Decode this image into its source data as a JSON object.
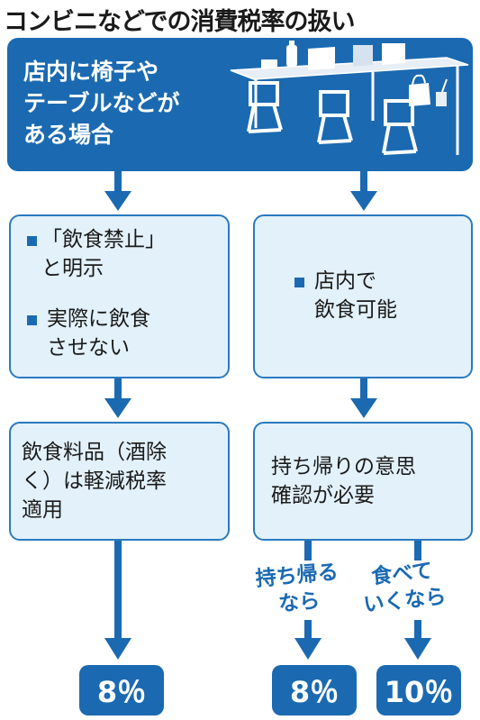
{
  "title": "コンビニなどでの消費税率の扱い",
  "condition": {
    "lines": [
      "店内に椅子や",
      "テーブルなどが",
      "ある場合"
    ]
  },
  "left_branch": {
    "bullets": [
      {
        "lines": [
          "「飲食禁止」",
          "と明示"
        ]
      },
      {
        "lines": [
          "実際に飲食",
          "させない"
        ]
      }
    ],
    "result_box": {
      "lines": [
        "飲食料品（酒除",
        "く）は軽減税率",
        "適用"
      ]
    },
    "rate": "8％"
  },
  "right_branch": {
    "bullet": {
      "lines": [
        "店内で",
        "飲食可能"
      ]
    },
    "result_box": {
      "lines": [
        "持ち帰りの意思",
        "確認が必要"
      ]
    },
    "takeout": {
      "lines": [
        "持ち帰る",
        "なら"
      ],
      "rate": "8％"
    },
    "eat_in": {
      "lines": [
        "食べて",
        "いくなら"
      ],
      "rate": "10％"
    }
  },
  "colors": {
    "primary": "#1b6ab1",
    "box_fill": "#e3f1fa",
    "box_border": "#2a7ac0"
  },
  "icons": [
    "table-chairs-illustration",
    "bottle-icon",
    "laptop-icon",
    "shopping-bag-icon",
    "cup-icon"
  ]
}
